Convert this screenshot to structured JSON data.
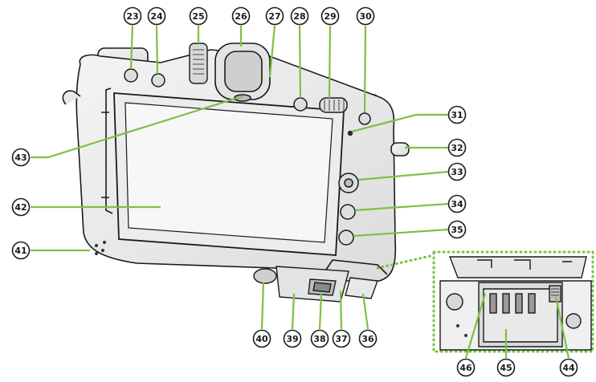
{
  "colors": {
    "accent": "#7cc242",
    "badge": "#ffffff",
    "outline": "#1a1a1a",
    "body_shade": "#e8e8e8",
    "screen_shade": "#f2f2f2"
  },
  "callouts": [
    {
      "id": "c23",
      "label": "23"
    },
    {
      "id": "c24",
      "label": "24"
    },
    {
      "id": "c25",
      "label": "25"
    },
    {
      "id": "c26",
      "label": "26"
    },
    {
      "id": "c27",
      "label": "27"
    },
    {
      "id": "c28",
      "label": "28"
    },
    {
      "id": "c29",
      "label": "29"
    },
    {
      "id": "c30",
      "label": "30"
    },
    {
      "id": "c31",
      "label": "31"
    },
    {
      "id": "c32",
      "label": "32"
    },
    {
      "id": "c33",
      "label": "33"
    },
    {
      "id": "c34",
      "label": "34"
    },
    {
      "id": "c35",
      "label": "35"
    },
    {
      "id": "c36",
      "label": "36"
    },
    {
      "id": "c37",
      "label": "37"
    },
    {
      "id": "c38",
      "label": "38"
    },
    {
      "id": "c39",
      "label": "39"
    },
    {
      "id": "c40",
      "label": "40"
    },
    {
      "id": "c41",
      "label": "41"
    },
    {
      "id": "c42",
      "label": "42"
    },
    {
      "id": "c43",
      "label": "43"
    },
    {
      "id": "c44",
      "label": "44"
    },
    {
      "id": "c45",
      "label": "45"
    },
    {
      "id": "c46",
      "label": "46"
    }
  ]
}
